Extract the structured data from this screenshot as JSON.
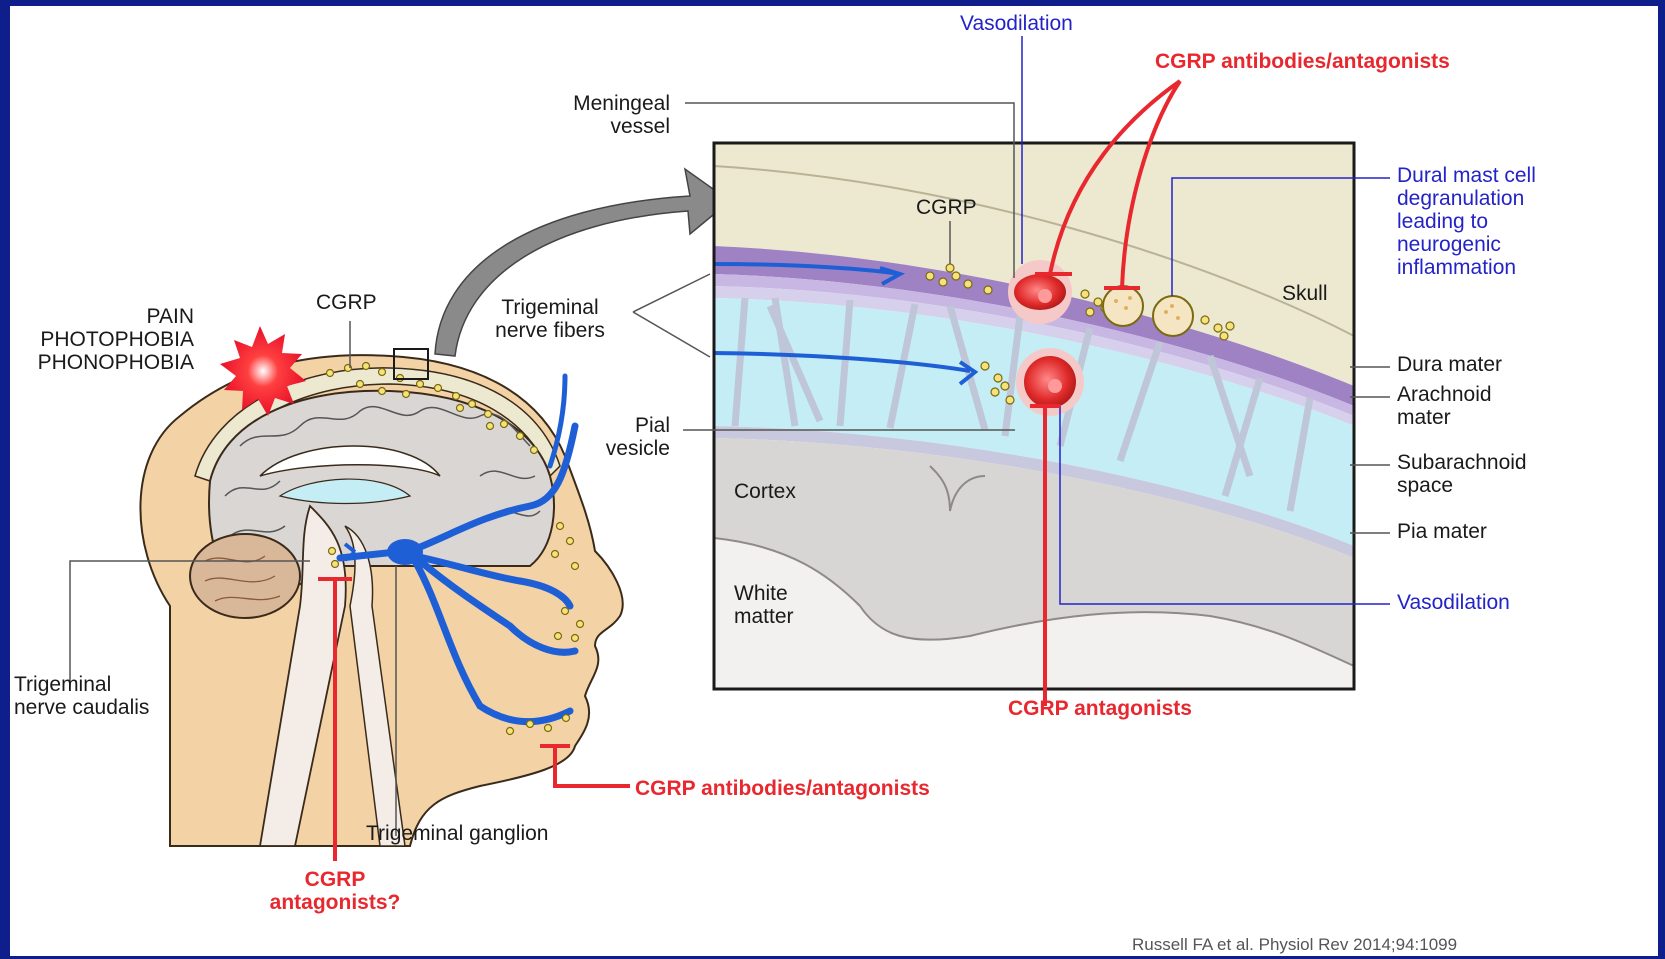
{
  "labels": {
    "vasodilation_top": "Vasodilation",
    "cgrp_antibodies_top": "CGRP antibodies/antagonists",
    "meningeal_vessel": [
      "Meningeal",
      "vessel"
    ],
    "cgrp_inset": "CGRP",
    "dural_mast_cell": [
      "Dural mast cell",
      "degranulation",
      "leading to",
      "neurogenic",
      "inflammation"
    ],
    "skull": "Skull",
    "trigeminal_nerve_fibers": [
      "Trigeminal",
      "nerve fibers"
    ],
    "cgrp_head": "CGRP",
    "pain": "PAIN",
    "photophobia": "PHOTOPHOBIA",
    "phonophobia": "PHONOPHOBIA",
    "dura_mater": "Dura mater",
    "arachnoid_mater": [
      "Arachnoid",
      "mater"
    ],
    "pial_vesicle": [
      "Pial",
      "vesicle"
    ],
    "cortex": "Cortex",
    "subarachnoid_space": [
      "Subarachnoid",
      "space"
    ],
    "pia_mater": "Pia mater",
    "white_matter": [
      "White",
      "matter"
    ],
    "vasodilation_bottom": "Vasodilation",
    "trigeminal_nerve_caudalis": [
      "Trigeminal",
      "nerve caudalis"
    ],
    "cgrp_antagonists": "CGRP antagonists",
    "cgrp_antibodies_bottom": "CGRP antibodies/antagonists",
    "trigeminal_ganglion": "Trigeminal ganglion",
    "cgrp_antagonists_q": [
      "CGRP",
      "antagonists?"
    ]
  },
  "citation": "Russell FA et al. Physiol Rev 2014;94:1099",
  "colors": {
    "frame": "#0e1f8c",
    "label_blue": "#2323c8",
    "label_red": "#e8282e",
    "nerve_blue": "#1f5fd6",
    "dura_purple": "#9f82c4",
    "csf_cyan": "#c5edf6",
    "skull_beige": "#ede8d0",
    "skin": "#f3d3a6",
    "burst_red": "#f0242a"
  }
}
